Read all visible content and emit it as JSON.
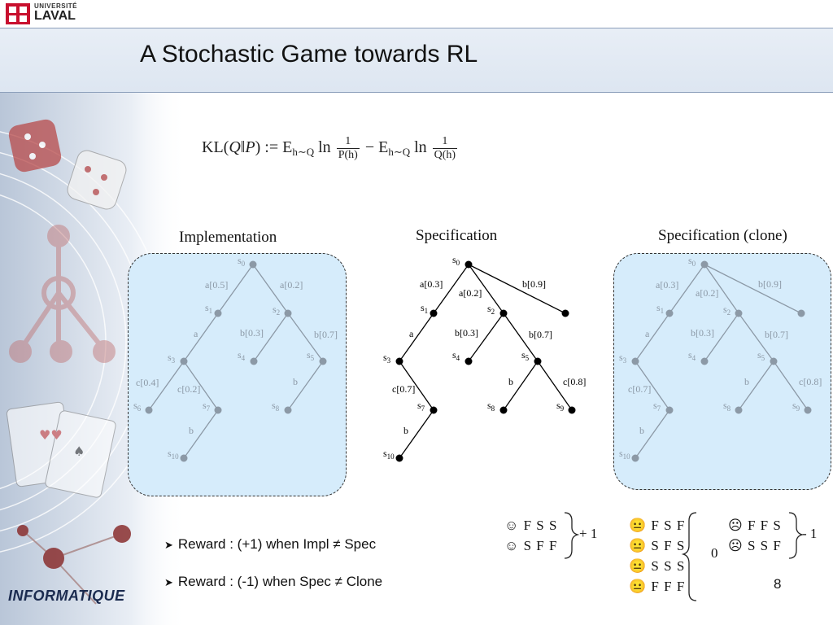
{
  "header": {
    "logo_line1": "UNIVERSITÉ",
    "logo_line2": "LAVAL",
    "title": "A Stochastic Game towards RL"
  },
  "formula": {
    "kl": "KL(",
    "q": "Q",
    "sep": "‖",
    "p": "P",
    "assign": ") := E",
    "sub1": "h∼Q",
    "ln1": " ln ",
    "frac1_num": "1",
    "frac1_den": "P(h)",
    "minus": " − E",
    "sub2": "h∼Q",
    "ln2": " ln ",
    "frac2_num": "1",
    "frac2_den": "Q(h)"
  },
  "trees": [
    {
      "title": "Implementation",
      "nodes": [
        "s0",
        "s1",
        "s2",
        "s3",
        "s4",
        "s5",
        "s6",
        "s7",
        "s8",
        "s10"
      ],
      "edge_labels": [
        "a[0.5]",
        "a[0.2]",
        "a",
        "b[0.3]",
        "b[0.7]",
        "c[0.4]",
        "c[0.2]",
        "b",
        "b"
      ]
    },
    {
      "title": "Specification",
      "nodes": [
        "s0",
        "s1",
        "s2",
        "s3",
        "s4",
        "s5",
        "s7",
        "s8",
        "s9",
        "s10"
      ],
      "edge_labels": [
        "a[0.3]",
        "a[0.2]",
        "b[0.9]",
        "a",
        "b[0.3]",
        "b[0.7]",
        "c[0.7]",
        "b",
        "c[0.8]",
        "b"
      ]
    },
    {
      "title": "Specification (clone)",
      "nodes": [
        "s0",
        "s1",
        "s2",
        "s3",
        "s4",
        "s5",
        "s7",
        "s8",
        "s9",
        "s10"
      ],
      "edge_labels": [
        "a[0.3]",
        "a[0.2]",
        "b[0.9]",
        "a",
        "b[0.3]",
        "b[0.7]",
        "c[0.7]",
        "b",
        "c[0.8]",
        "b"
      ]
    }
  ],
  "bullets": [
    "Reward : (+1)  when Impl ≠ Spec",
    "Reward : (-1)  when Spec ≠ Clone"
  ],
  "outcomes": {
    "plus_group": [
      "☺  F S S",
      "☺  S F F"
    ],
    "plus_value": "+ 1",
    "zero_group": [
      "😐 F S F",
      "😐 S F S",
      "😐 S S S",
      "😐 F F F"
    ],
    "zero_value": "0",
    "minus_group": [
      "☹ F F S",
      "☹ S S F"
    ],
    "minus_value": "- 1"
  },
  "page_number": "8",
  "footer_logo": "INFORMATIQUE",
  "colors": {
    "title_band": "#dde6f1",
    "tree_box": "#d6ecfb",
    "node_dim": "#8c99a6",
    "node_dark": "#000000"
  }
}
